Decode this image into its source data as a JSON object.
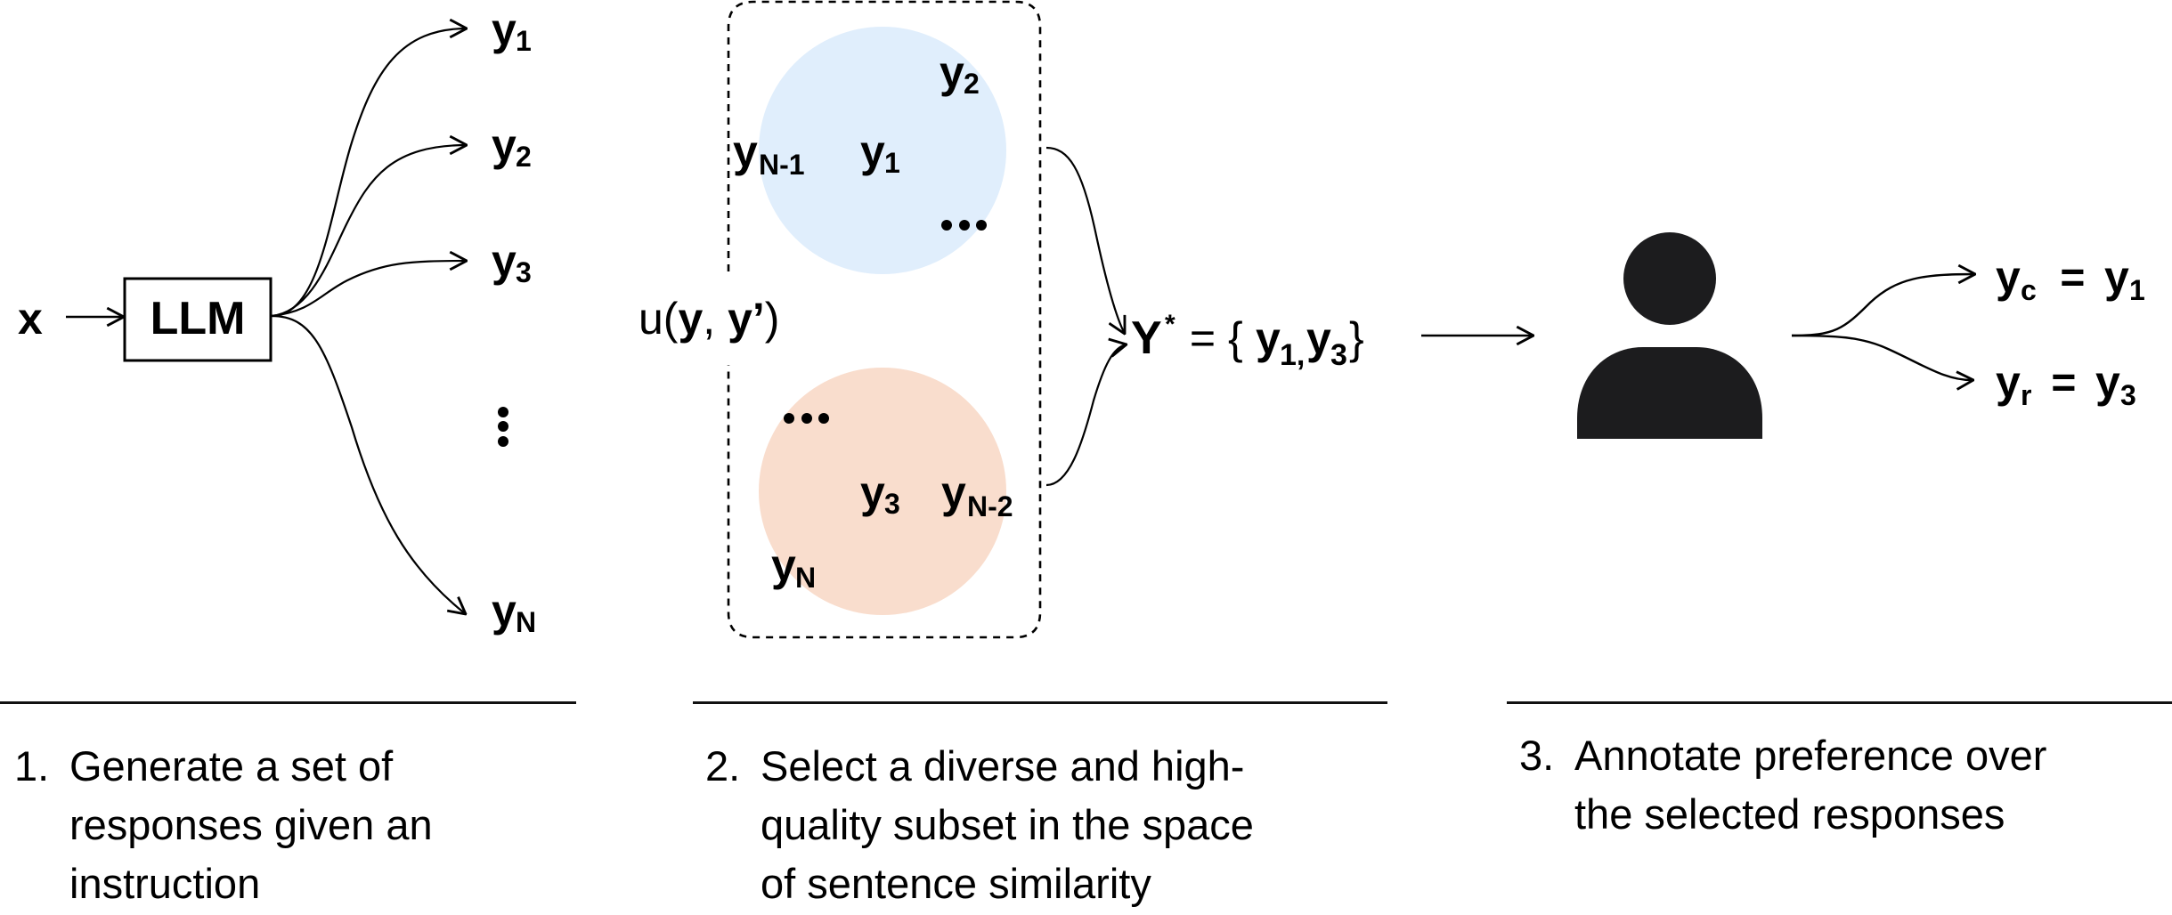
{
  "diagram": {
    "step1": {
      "input_label": "x",
      "model_label": "LLM",
      "outputs": [
        {
          "base": "y",
          "sub": "1"
        },
        {
          "base": "y",
          "sub": "2"
        },
        {
          "base": "y",
          "sub": "3"
        },
        {
          "base": "y",
          "sub": "N"
        }
      ],
      "ellipsis": "⋮"
    },
    "step2": {
      "similarity_function": {
        "prefix": "u(",
        "arg1": "y",
        "sep": ", ",
        "arg2": "y’",
        "suffix": ")"
      },
      "clusters": [
        {
          "name": "cluster-blue",
          "color": "#e0eefc",
          "items": [
            {
              "base": "y",
              "sub": "2"
            },
            {
              "base": "y",
              "sub": "N-1"
            },
            {
              "base": "y",
              "sub": "1"
            }
          ],
          "ellipsis": "•••"
        },
        {
          "name": "cluster-orange",
          "color": "#f9ddcd",
          "items": [
            {
              "base": "y",
              "sub": "3"
            },
            {
              "base": "y",
              "sub": "N-2"
            },
            {
              "base": "y",
              "sub": "N"
            }
          ],
          "ellipsis": "•••"
        }
      ],
      "selected_set": {
        "lhs": "Y",
        "star": "*",
        "eq": " = {",
        "a": "y",
        "a_sub": "1,",
        "b": "y",
        "b_sub": "3",
        "close": "}"
      }
    },
    "step3": {
      "chosen": {
        "base": "y",
        "sub": "c",
        "eq": " = ",
        "rhs": "y",
        "rhs_sub": "1"
      },
      "rejected": {
        "base": "y",
        "sub": "r",
        "eq": " = ",
        "rhs": "y",
        "rhs_sub": "3"
      }
    }
  },
  "captions": [
    {
      "number": "1.",
      "text": "Generate a set of\nresponses given an\ninstruction"
    },
    {
      "number": "2.",
      "text": "Select a diverse and high-\nquality subset in the space\nof sentence similarity"
    },
    {
      "number": "3.",
      "text": "Annotate preference over\nthe selected responses"
    }
  ],
  "colors": {
    "cluster_blue": "#e0eefc",
    "cluster_orange": "#f9ddcd",
    "ink": "#000000",
    "person": "#1c1c1e"
  }
}
